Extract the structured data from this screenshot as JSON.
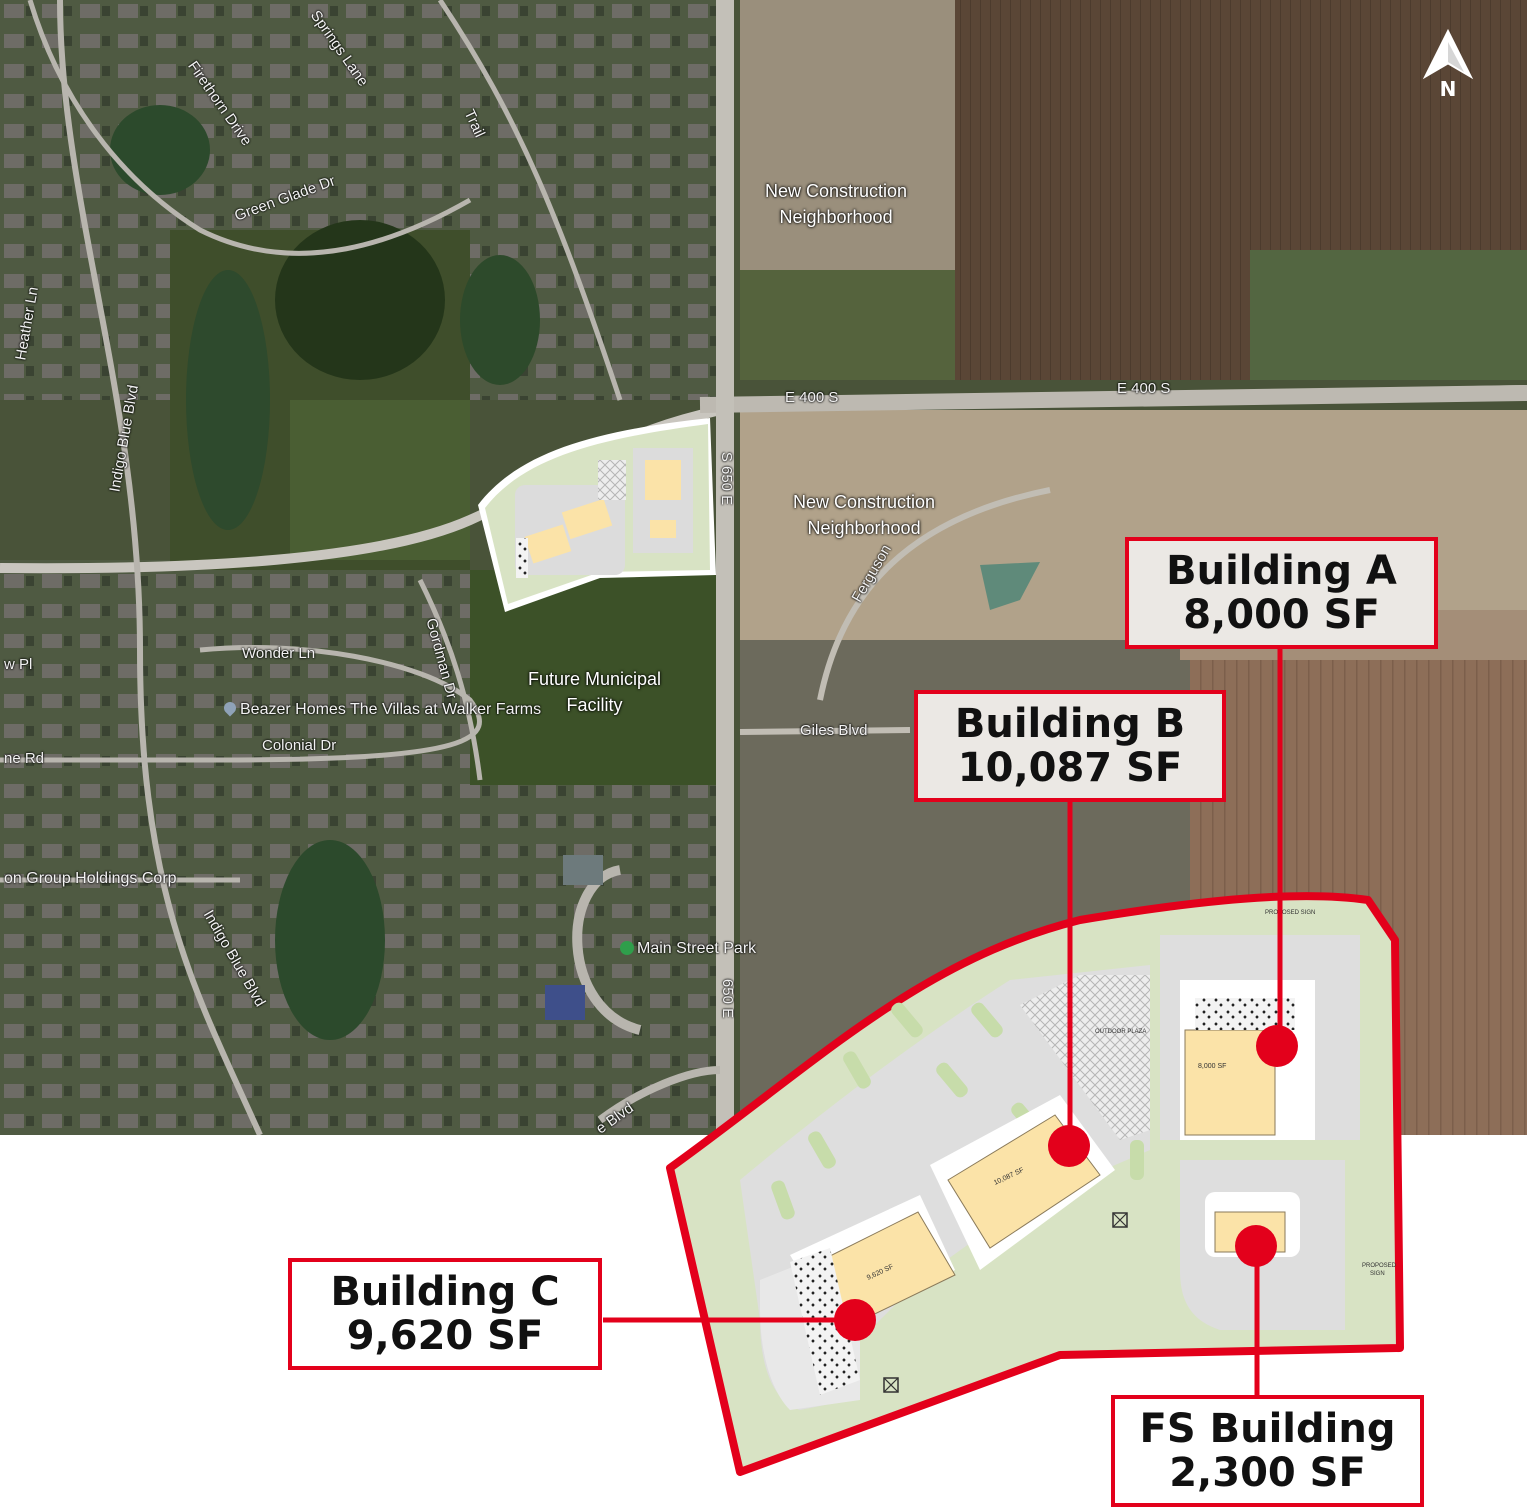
{
  "labels": {
    "construction_north": [
      "New Construction",
      "Neighborhood"
    ],
    "construction_south": [
      "New Construction",
      "Neighborhood"
    ],
    "municipal": [
      "Future Municipal",
      "Facility"
    ]
  },
  "roads": {
    "e400s_west": "E 400 S",
    "e400s_east": "E 400 S",
    "s650e_north": "S 650 E",
    "s650e_south": "650 E",
    "giles": "Giles Blvd",
    "ferguson": "Ferguson",
    "indigo_north": "Indigo Blue Blvd",
    "indigo_south": "Indigo Blue Blvd",
    "green_glade": "Green Glade Dr",
    "firethorn": "Firethorn Drive",
    "springs": "Springs Lane",
    "trail": "Trail",
    "heather": "Heather Ln",
    "wonder": "Wonder Ln",
    "colonial": "Colonial Dr",
    "gordman": "Gordman Dr",
    "rd": "ne Rd",
    "pl": "w Pl",
    "blvd": "e Blvd"
  },
  "pois": {
    "beazer": "Beazer Homes The Villas at Walker Farms",
    "group": "on Group Holdings Corp",
    "park": "Main Street Park"
  },
  "north_arrow": "N",
  "buildings": [
    {
      "name": "Building A",
      "size": "8,000 SF"
    },
    {
      "name": "Building B",
      "size": "10,087 SF"
    },
    {
      "name": "Building C",
      "size": "9,620 SF"
    },
    {
      "name": "FS Building",
      "size": "2,300 SF"
    }
  ],
  "siteplan_text": {
    "outdoor_plaza": "OUTDOOR PLAZA",
    "bldg_a_sf": "8,000 SF",
    "bldg_b_sf": "10,087 SF",
    "bldg_c_sf": "9,620 SF",
    "proposed_sign_1": "PROPOSED SIGN",
    "proposed_sign_2": "PROPOSED",
    "proposed_sign_3": "SIGN"
  },
  "colors": {
    "accent_red": "#e3001b",
    "site_green": "#d8e3c4",
    "building_tan": "#fbe3a8"
  }
}
